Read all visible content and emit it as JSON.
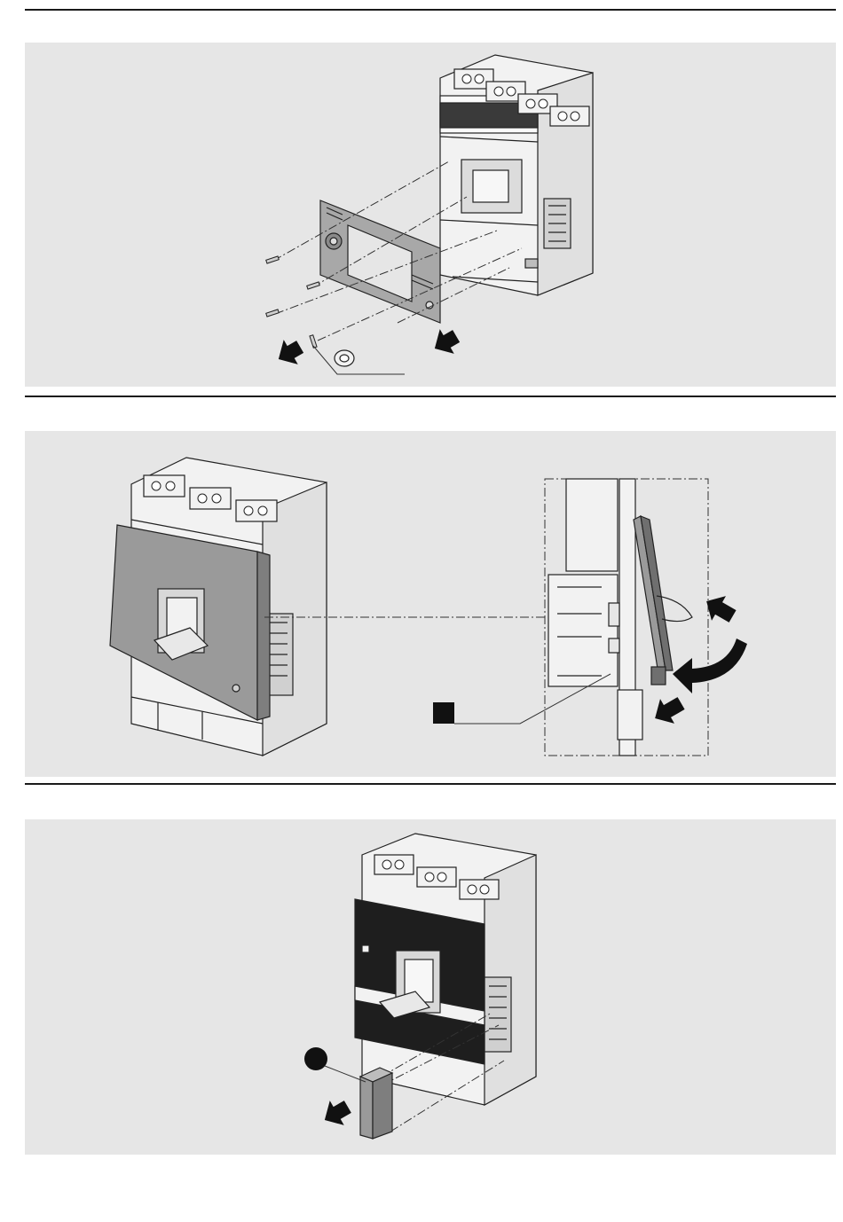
{
  "colors": {
    "panel_background": "#e6e6e6",
    "device_body": "#f2f2f2",
    "front_cover": "#9a9a9a",
    "dark_fill": "#1e1e1e",
    "outline": "#222222",
    "rule": "#1a1a1a"
  },
  "steps": [
    {
      "id": "step-1",
      "content": "remove-front-plate-and-screws"
    },
    {
      "id": "step-2",
      "content": "fit-front-cover-with-hinge-detail"
    },
    {
      "id": "step-3",
      "content": "fit-small-cover-part"
    }
  ],
  "icons": [
    "push-arrow-icon",
    "curved-arrow-icon",
    "callout-marker-icon",
    "screw-icon",
    "washer-icon"
  ]
}
